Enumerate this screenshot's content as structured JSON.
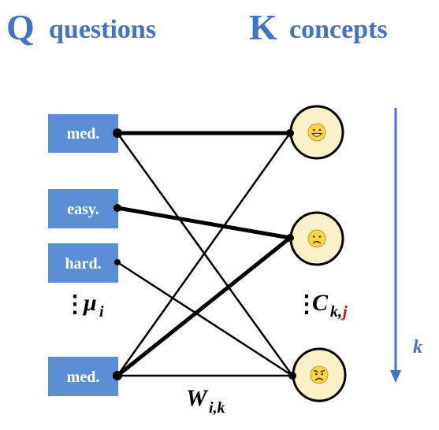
{
  "header": {
    "questions_symbol": "Q",
    "questions_word": "questions",
    "concepts_symbol": "K",
    "concepts_word": "concepts"
  },
  "questions": [
    {
      "label": "med."
    },
    {
      "label": "easy."
    },
    {
      "label": "hard."
    },
    {
      "label": "med."
    }
  ],
  "concepts": [
    {
      "face": "grinning-face-icon"
    },
    {
      "face": "frowning-face-icon"
    },
    {
      "face": "worried-face-icon"
    }
  ],
  "edges": [
    {
      "from": 0,
      "to": 0,
      "weight": "strong"
    },
    {
      "from": 0,
      "to": 2,
      "weight": "normal"
    },
    {
      "from": 1,
      "to": 1,
      "weight": "strong"
    },
    {
      "from": 2,
      "to": 2,
      "weight": "normal"
    },
    {
      "from": 3,
      "to": 0,
      "weight": "normal"
    },
    {
      "from": 3,
      "to": 1,
      "weight": "strong"
    },
    {
      "from": 3,
      "to": 2,
      "weight": "normal"
    }
  ],
  "labels": {
    "mu_main": "μ",
    "mu_sub": "i",
    "c_main": "C",
    "c_sub_k": "k,",
    "c_sub_j": "j",
    "w_main": "W",
    "w_sub": "i,k",
    "vdots": "⋮",
    "k_arrow": "k"
  },
  "colors": {
    "accent": "#4472c4",
    "question_box": "#5b8fd3",
    "concept_fill": "#fdf1c9",
    "highlight": "#e00000"
  }
}
